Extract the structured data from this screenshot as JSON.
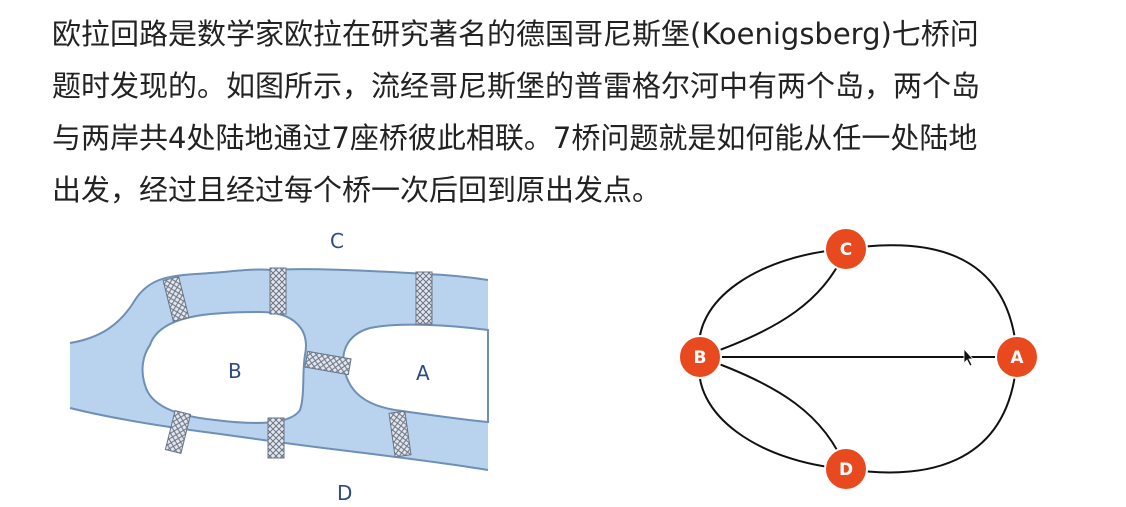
{
  "text": {
    "lines": [
      "欧拉回路是数学家欧拉在研究著名的德国哥尼斯堡(Koenigsberg)七桥问",
      "题时发现的。如图所示，流经哥尼斯堡的普雷格尔河中有两个岛，两个岛",
      "与两岸共4处陆地通过7座桥彼此相联。7桥问题就是如何能从任一处陆地",
      "出发，经过且经过每个桥一次后回到原出发点。"
    ]
  },
  "map": {
    "labels": {
      "north_bank": "C",
      "island_west": "B",
      "island_east": "A",
      "south_bank": "D"
    },
    "river_color": "#b9d3ef",
    "outline_color": "#6f8fb5"
  },
  "graph": {
    "nodes": [
      {
        "id": "C",
        "label": "C"
      },
      {
        "id": "B",
        "label": "B"
      },
      {
        "id": "A",
        "label": "A"
      },
      {
        "id": "D",
        "label": "D"
      }
    ],
    "edges": [
      [
        "B",
        "C",
        "outer-arc"
      ],
      [
        "B",
        "C",
        "inner-arc"
      ],
      [
        "B",
        "D",
        "outer-arc"
      ],
      [
        "B",
        "D",
        "inner-arc"
      ],
      [
        "B",
        "A",
        "straight"
      ],
      [
        "C",
        "A",
        "arc"
      ],
      [
        "D",
        "A",
        "arc"
      ]
    ],
    "node_color": "#e8491f",
    "edge_color": "#111111"
  }
}
